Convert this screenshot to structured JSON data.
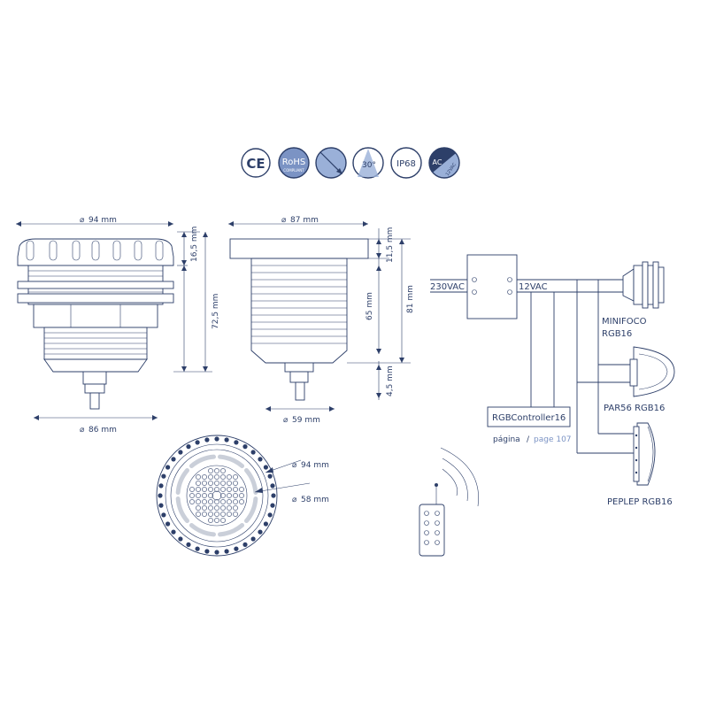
{
  "badges": [
    {
      "icon": "ce-mark-icon",
      "text": "CE"
    },
    {
      "icon": "rohs-icon",
      "text": "RoHS",
      "subtext": "COMPLIANT"
    },
    {
      "icon": "orientable-icon",
      "text": ""
    },
    {
      "icon": "beam-angle-icon",
      "text": "30°"
    },
    {
      "icon": "ip68-icon",
      "text": "IP68"
    },
    {
      "icon": "voltage-icon",
      "text": "AC",
      "subtext": "12VAC"
    }
  ],
  "side_view": {
    "top_diameter": "94 mm",
    "bottom_diameter": "86 mm",
    "flange_height": "16,5 mm",
    "total_height": "72,5 mm"
  },
  "front_view": {
    "top_diameter": "87 mm",
    "bottom_diameter": "59 mm",
    "flange_height": "11,5 mm",
    "body_height": "65 mm",
    "total_height": "81 mm",
    "stem_height": "4,5 mm"
  },
  "top_view": {
    "outer_diameter": "94 mm",
    "inner_diameter": "58 mm"
  },
  "wiring": {
    "input_voltage": "230VAC",
    "output_voltage": "12VAC",
    "controller": "RGBController16",
    "page_ref_es": "página",
    "page_ref_sep": "/",
    "page_ref_en": "page 107",
    "devices": [
      "MINIFOCO",
      "RGB16",
      "PAR56 RGB16",
      "PEPLEP RGB16"
    ]
  },
  "colors": {
    "line": "#2d3f69",
    "badge_fill": "#7b93c4",
    "accent": "#9ab0d8"
  }
}
